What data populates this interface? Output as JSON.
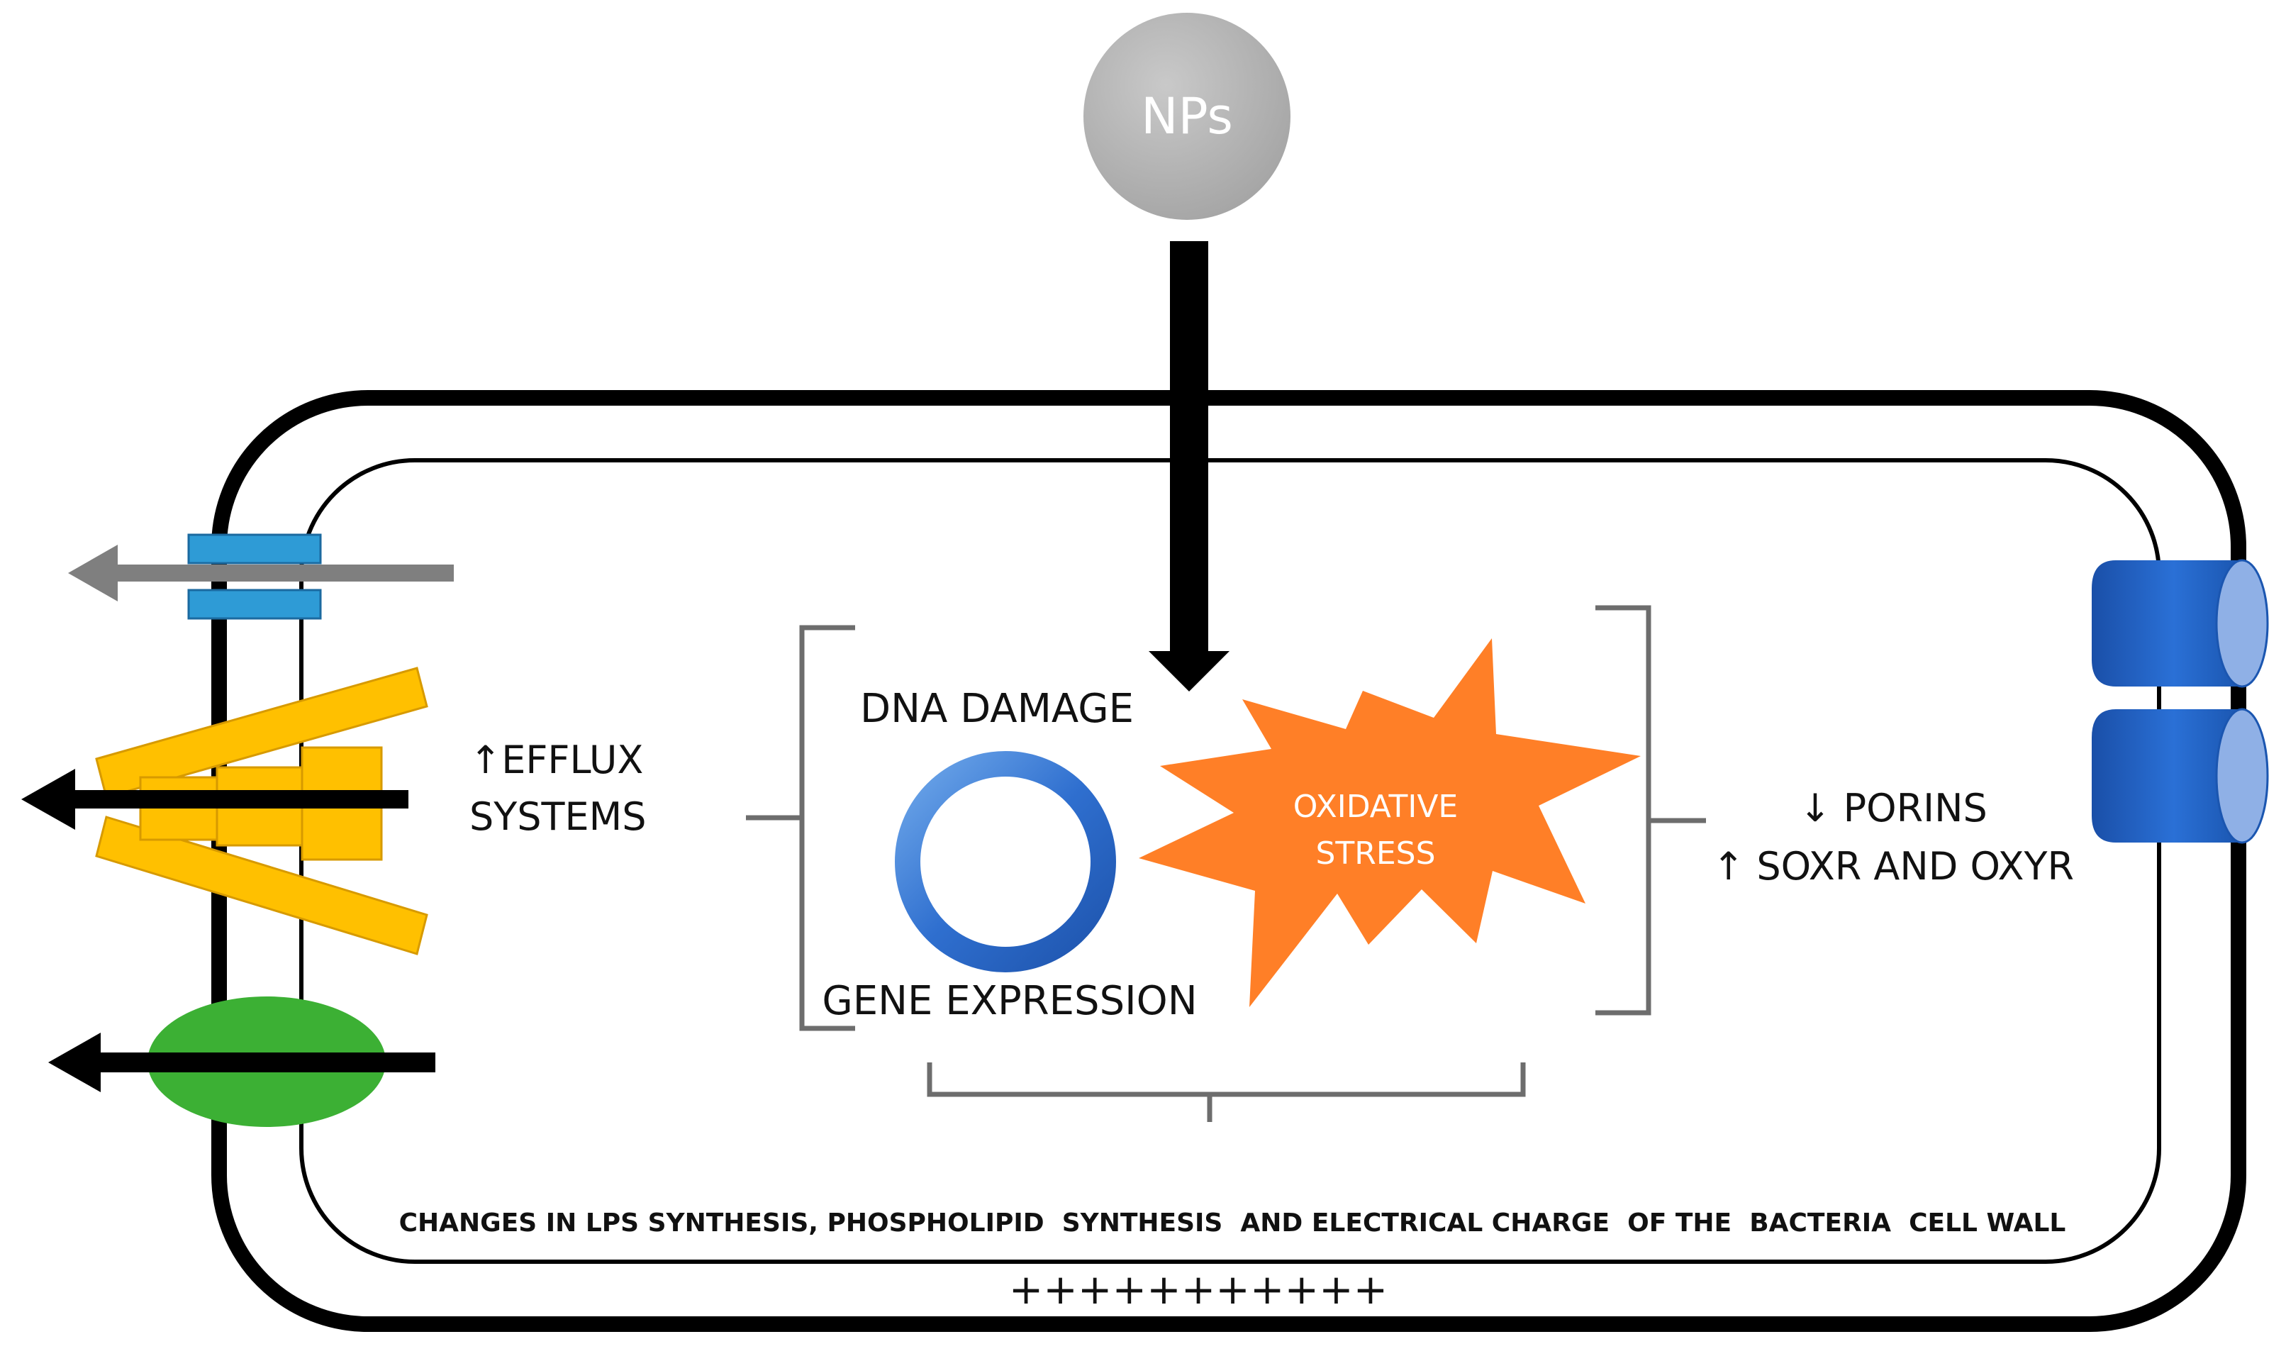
{
  "labels": {
    "nanoparticles": "NPs",
    "dna_damage": "DNA DAMAGE",
    "gene_expression": "GENE EXPRESSION",
    "oxidative_line1": "OXIDATIVE",
    "oxidative_line2": "STRESS",
    "efflux_line1": "↑EFFLUX",
    "efflux_line2": "SYSTEMS",
    "porins_line1": "↓ PORINS",
    "porins_line2": "↑ SOXR AND OXYR",
    "cell_wall_changes": "CHANGES IN LPS SYNTHESIS, PHOSPHOLIPID  SYNTHESIS  AND ELECTRICAL CHARGE  OF THE  BACTERIA  CELL WALL",
    "charge": "+++++++++++"
  },
  "colors": {
    "nanoparticle": "#b3b3b3",
    "efflux_pump_yellow": "#ffc000",
    "channel_blue": "#2e9bd6",
    "porin_blue": "#1f5fbf",
    "transporter_green": "#3cb034",
    "oxidative_star": "#ff7f27",
    "dna_ring": "#2f6fcf",
    "bracket_gray": "#6d6d6d",
    "arrow_gray": "#7f7f7f",
    "outline": "#000000"
  },
  "icons": {
    "nanoparticle": "gray-sphere",
    "dna": "plasmid-ring-icon",
    "oxidative_stress": "burst-star-icon",
    "porin": "cylinder-channel-icon",
    "efflux_pump": "efflux-pump-icon",
    "transporter": "oval-transporter-icon"
  }
}
